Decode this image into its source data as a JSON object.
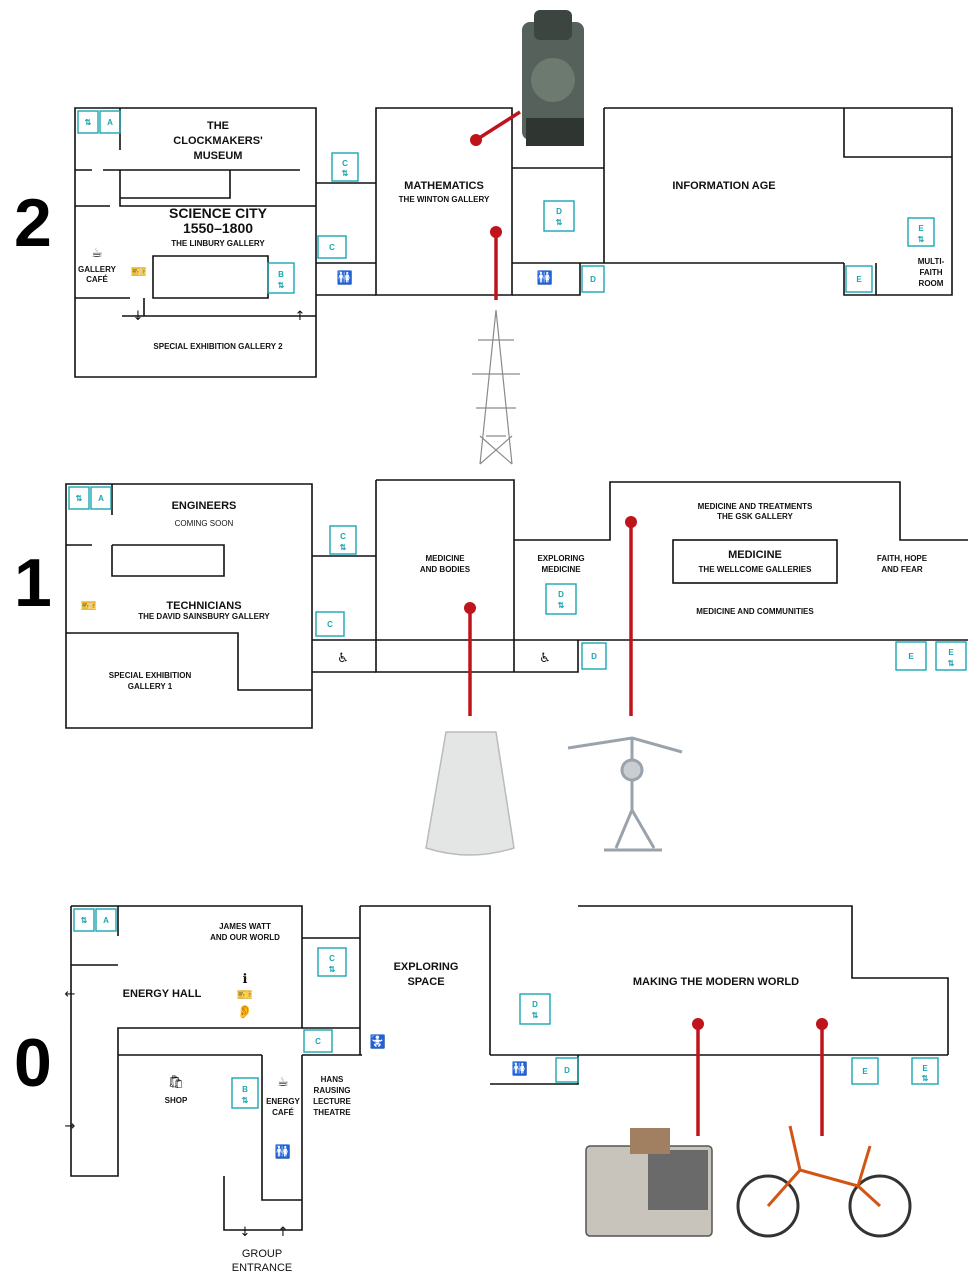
{
  "floors": [
    {
      "number": "2",
      "rooms": {
        "clockmakers": [
          "THE",
          "CLOCKMAKERS'",
          "MUSEUM"
        ],
        "science_city": [
          "SCIENCE CITY",
          "1550–1800"
        ],
        "science_city_sub": "THE LINBURY GALLERY",
        "gallery_cafe": [
          "GALLERY",
          "CAFÉ"
        ],
        "special_exhibition_2": "SPECIAL EXHIBITION GALLERY 2",
        "mathematics": "MATHEMATICS",
        "mathematics_sub": "THE WINTON GALLERY",
        "information_age": "INFORMATION AGE",
        "multi_faith": [
          "MULTI-",
          "FAITH",
          "ROOM"
        ]
      }
    },
    {
      "number": "1",
      "rooms": {
        "engineers": "ENGINEERS",
        "engineers_sub": "COMING SOON",
        "technicians": "TECHNICIANS",
        "technicians_sub": "THE DAVID SAINSBURY GALLERY",
        "special_exhibition_1": [
          "SPECIAL EXHIBITION",
          "GALLERY 1"
        ],
        "medicine_bodies": [
          "MEDICINE",
          "AND BODIES"
        ],
        "exploring_medicine": [
          "EXPLORING",
          "MEDICINE"
        ],
        "medicine_treatments": "MEDICINE AND TREATMENTS",
        "medicine_treatments_sub": "THE GSK GALLERY",
        "medicine": "MEDICINE",
        "medicine_sub": "THE WELLCOME GALLERIES",
        "medicine_communities": "MEDICINE AND COMMUNITIES",
        "faith_hope": [
          "FAITH, HOPE",
          "AND FEAR"
        ]
      }
    },
    {
      "number": "0",
      "rooms": {
        "james_watt": [
          "JAMES WATT",
          "AND OUR WORLD"
        ],
        "energy_hall": "ENERGY HALL",
        "shop": "SHOP",
        "energy_cafe": [
          "ENERGY",
          "CAFÉ"
        ],
        "hans_rausing": [
          "HANS",
          "RAUSING",
          "LECTURE",
          "THEATRE"
        ],
        "exploring_space": [
          "EXPLORING",
          "SPACE"
        ],
        "making_modern_world": "MAKING THE MODERN WORLD",
        "group_entrance": [
          "GROUP",
          "ENTRANCE"
        ]
      }
    }
  ],
  "lift_letters": {
    "a": "A",
    "b": "B",
    "c": "C",
    "d": "D",
    "e": "E"
  },
  "icons": {
    "lift": "lift-icon",
    "stairs": "stairs-icon",
    "toilets": "toilets-icon",
    "accessible_toilet": "accessible-toilet-icon",
    "baby_change": "baby-change-icon",
    "cafe": "cafe-icon",
    "tickets": "ticket-icon",
    "info": "info-icon",
    "hearing_loop": "hearing-loop-icon",
    "shop": "shop-bag-icon",
    "cloakroom": "cloakroom-icon",
    "arrow": "arrow-icon"
  },
  "colors": {
    "walls": "#111111",
    "lift_stairs": "#1aa6b0",
    "object_pins": "#c0141c"
  }
}
